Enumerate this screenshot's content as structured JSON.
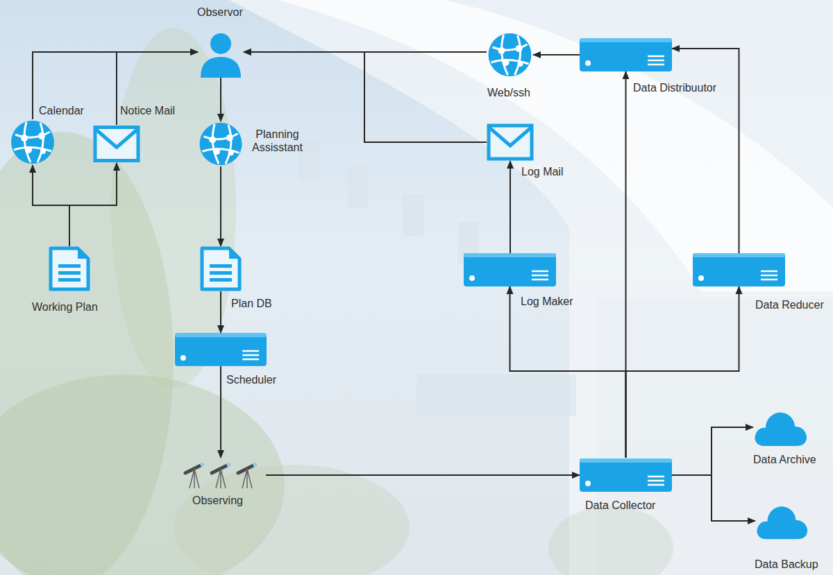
{
  "diagram": {
    "nodes": [
      {
        "text": [
          "Observor"
        ]
      },
      {
        "text": [
          "Web/ssh"
        ]
      },
      {
        "text": [
          "Data Distribuutor"
        ]
      },
      {
        "text": [
          "Calendar"
        ]
      },
      {
        "text": [
          "Notice Mail"
        ]
      },
      {
        "text": [
          "Planning Assisstant"
        ]
      },
      {
        "text": [
          "Log Mail"
        ]
      },
      {
        "text": [
          "Working Plan"
        ]
      },
      {
        "text": [
          "Plan DB"
        ]
      },
      {
        "text": [
          "Log Maker"
        ]
      },
      {
        "text": [
          "Data Reducer"
        ]
      },
      {
        "text": [
          "Scheduler"
        ]
      },
      {
        "text": [
          "Data Archive"
        ]
      },
      {
        "text": [
          "Observing"
        ]
      },
      {
        "text": [
          "Data Collector"
        ]
      },
      {
        "text": [
          "Data Backup"
        ]
      }
    ],
    "edges": [
      {
        "from": 3,
        "to": 0,
        "arrow": "to"
      },
      {
        "from": 4,
        "to": 0,
        "arrow": "to"
      },
      {
        "from": 7,
        "to": 3,
        "arrow": "to"
      },
      {
        "from": 7,
        "to": 4,
        "arrow": "to"
      },
      {
        "from": 0,
        "to": 5,
        "arrow": "to"
      },
      {
        "from": 5,
        "to": 8,
        "arrow": "to"
      },
      {
        "from": 8,
        "to": 11,
        "arrow": "to"
      },
      {
        "from": 11,
        "to": 13,
        "arrow": "to"
      },
      {
        "from": 13,
        "to": 14,
        "arrow": "to"
      },
      {
        "from": 14,
        "to": 12,
        "arrow": "to"
      },
      {
        "from": 14,
        "to": 15,
        "arrow": "to"
      },
      {
        "from": 14,
        "to": 2,
        "arrow": "to"
      },
      {
        "from": 14,
        "to": 9,
        "arrow": "to"
      },
      {
        "from": 14,
        "to": 10,
        "arrow": "to"
      },
      {
        "from": 9,
        "to": 6,
        "arrow": "to"
      },
      {
        "from": 6,
        "to": 0,
        "arrow": "to"
      },
      {
        "from": 10,
        "to": 2,
        "arrow": "to"
      },
      {
        "from": 2,
        "to": 1,
        "arrow": "to"
      },
      {
        "from": 1,
        "to": 0,
        "arrow": "to"
      }
    ]
  }
}
